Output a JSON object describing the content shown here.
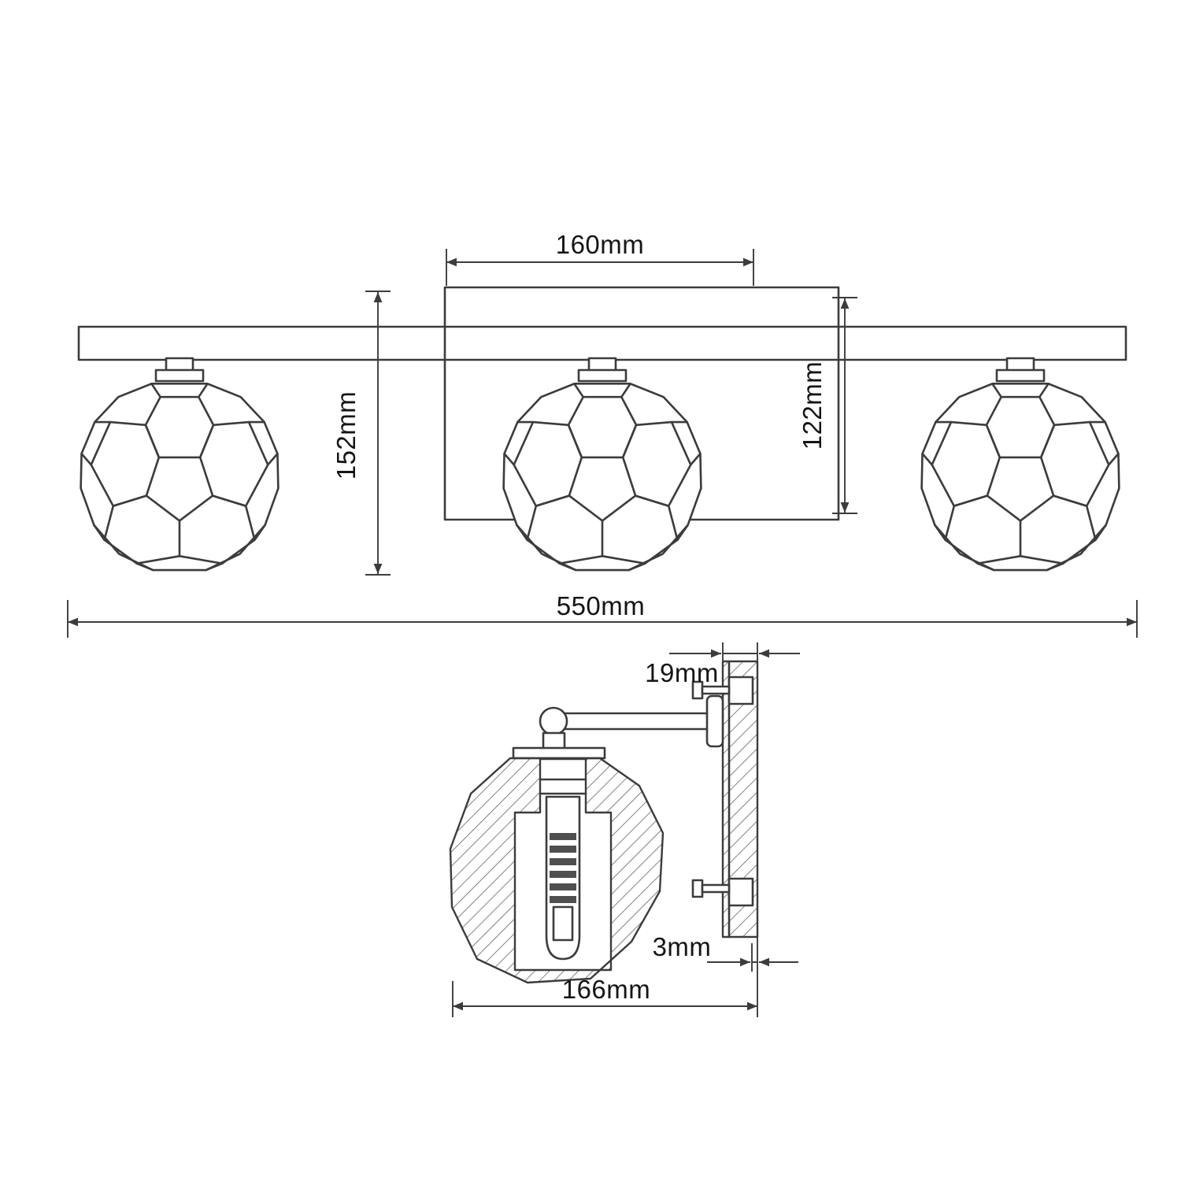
{
  "title": "three-light faceted globe vanity fixture dimension drawing",
  "colors": {
    "line": "#3c3c3c",
    "background": "#ffffff",
    "thread_fill": "#4f4f4f"
  },
  "views": {
    "front": {
      "dims": {
        "shade_width": "160mm",
        "fixture_height": "152mm",
        "backplate_height": "122mm",
        "overall_width": "550mm"
      }
    },
    "side": {
      "dims": {
        "backplate_depth": "19mm",
        "wall_gap": "3mm",
        "fixture_depth": "166mm"
      }
    }
  }
}
